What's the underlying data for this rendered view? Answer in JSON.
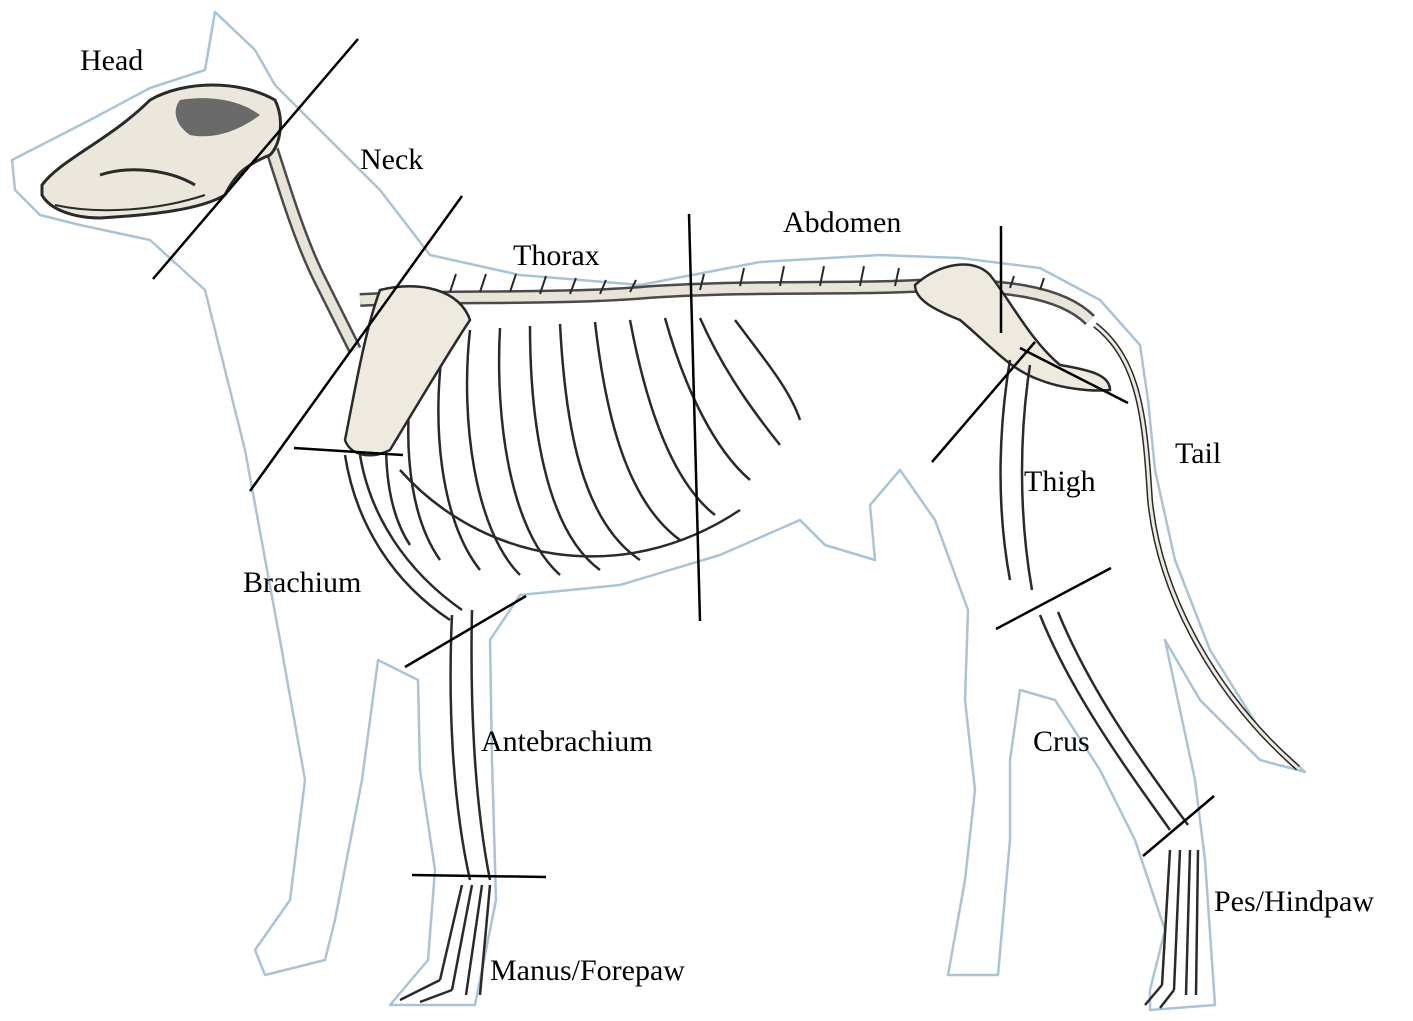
{
  "labels": {
    "head": "Head",
    "neck": "Neck",
    "thorax": "Thorax",
    "abdomen": "Abdomen",
    "tail": "Tail",
    "thigh": "Thigh",
    "brachium": "Brachium",
    "antebrachium": "Antebrachium",
    "crus": "Crus",
    "pes": "Pes/Hindpaw",
    "manus": "Manus/Forepaw"
  },
  "colors": {
    "outline": "#a9c4d6",
    "bone_fill": "#f1efe8",
    "bone_stroke": "#2a2a2a",
    "divider": "#000000",
    "text": "#000000"
  }
}
